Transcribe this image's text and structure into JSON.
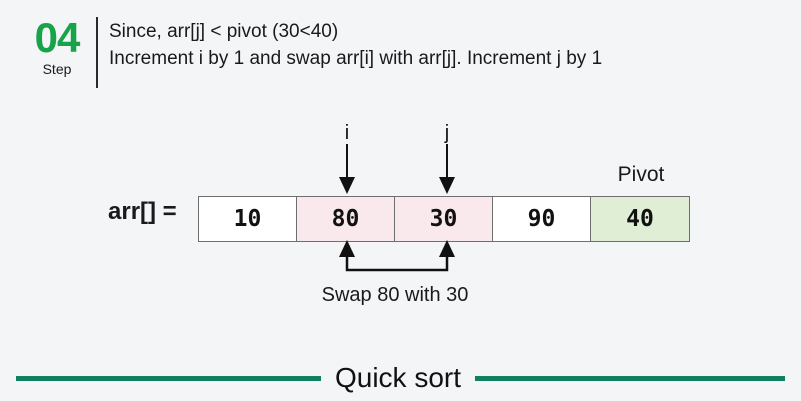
{
  "header": {
    "step_number": "04",
    "step_word": "Step",
    "line1": "Since, arr[j] < pivot (30<40)",
    "line2": "Increment i by 1 and swap arr[i] with arr[j]. Increment j by 1"
  },
  "diagram": {
    "array_label": "arr[] =",
    "pivot_label": "Pivot",
    "cells": [
      {
        "value": "10",
        "state": "normal"
      },
      {
        "value": "80",
        "state": "highlight"
      },
      {
        "value": "30",
        "state": "highlight"
      },
      {
        "value": "90",
        "state": "normal"
      },
      {
        "value": "40",
        "state": "pivot"
      }
    ],
    "pointers": [
      {
        "name": "i",
        "index": 1
      },
      {
        "name": "j",
        "index": 2
      }
    ],
    "swap_text": "Swap 80 with 30"
  },
  "footer": {
    "title": "Quick sort"
  },
  "colors": {
    "background": "#f4f5f7",
    "step_green": "#17a34a",
    "footer_green": "#0f8060",
    "highlight_pink": "#fae9ec",
    "pivot_green": "#dfeed4",
    "cell_border": "#6e6e6e",
    "text": "#1a1a1a"
  }
}
